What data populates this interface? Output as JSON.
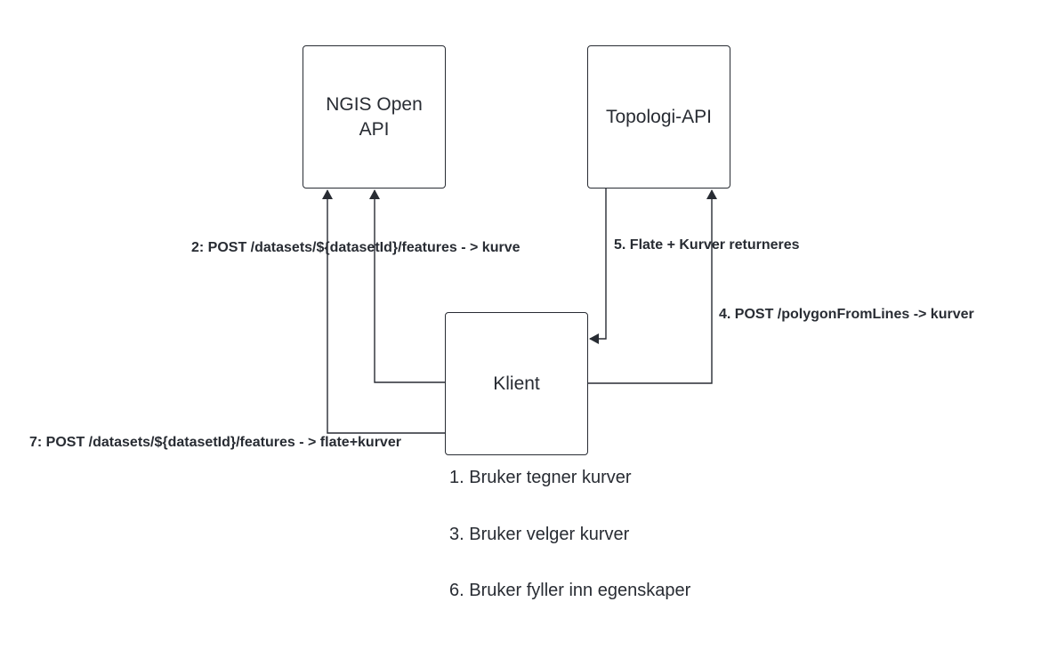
{
  "nodes": {
    "ngis": "NGIS Open\nAPI",
    "topologi": "Topologi-API",
    "klient": "Klient"
  },
  "edges": {
    "e2": "2: POST /datasets/${datasetId}/features - > kurve",
    "e4": "4. POST /polygonFromLines -> kurver",
    "e5": "5. Flate + Kurver returneres",
    "e7": "7: POST /datasets/${datasetId}/features - > flate+kurver"
  },
  "steps": [
    "1. Bruker tegner kurver",
    "3. Bruker velger kurver",
    "6. Bruker fyller inn egenskaper"
  ],
  "colors": {
    "stroke": "#282c33",
    "text": "#282c33",
    "background": "#ffffff"
  }
}
